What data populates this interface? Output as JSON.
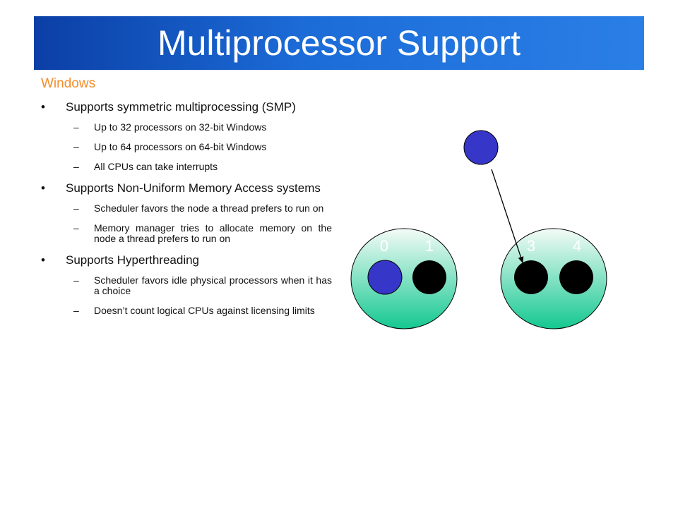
{
  "slide": {
    "title": "Multiprocessor Support",
    "subtitle": "Windows"
  },
  "bullets": [
    {
      "text": "Supports symmetric multiprocessing (SMP)",
      "subs": [
        "Up to 32 processors on 32-bit Windows",
        "Up to 64 processors on 64-bit Windows",
        "All CPUs can take interrupts"
      ]
    },
    {
      "text": "Supports Non-Uniform Memory Access systems",
      "subs": [
        "Scheduler favors the node a thread prefers to run on",
        "Memory manager tries to allocate memory on the node a thread prefers to run on"
      ]
    },
    {
      "text": "Supports Hyperthreading",
      "subs": [
        "Scheduler favors idle physical processors when it has a choice",
        "Doesn’t count logical CPUs against licensing limits"
      ]
    }
  ],
  "diagram": {
    "labels": [
      "0",
      "1",
      "3",
      "4"
    ],
    "colors": {
      "node_fill_top": "#f4fbf7",
      "node_fill_bottom": "#14c890",
      "thread": "#3636c8",
      "cpu": "#000000",
      "label": "#ffffff"
    }
  }
}
